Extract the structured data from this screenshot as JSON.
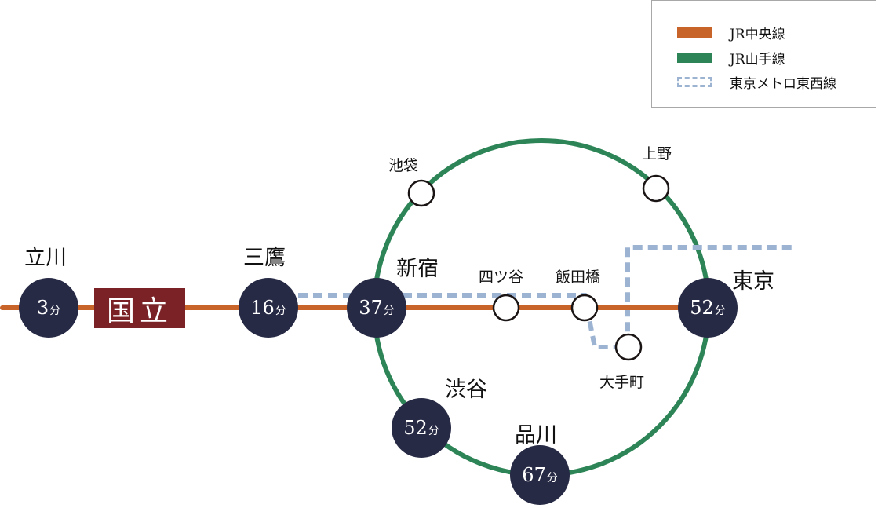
{
  "legend": {
    "items": [
      {
        "label": "JR中央線",
        "color": "#c8642a",
        "style": "solid"
      },
      {
        "label": "JR山手線",
        "color": "#2d8557",
        "style": "solid"
      },
      {
        "label": "東京メトロ東西線",
        "color": "#9db3d2",
        "style": "dashed"
      }
    ]
  },
  "colors": {
    "chuo": "#c8642a",
    "yamanote": "#2d8557",
    "tozai": "#9db3d2",
    "major_station": "#272a45",
    "origin": "#7a2226"
  },
  "origin": {
    "label": "国立"
  },
  "unit": "分",
  "major_stations": [
    {
      "name": "立川",
      "minutes": "3"
    },
    {
      "name": "三鷹",
      "minutes": "16"
    },
    {
      "name": "新宿",
      "minutes": "37"
    },
    {
      "name": "東京",
      "minutes": "52"
    },
    {
      "name": "渋谷",
      "minutes": "52"
    },
    {
      "name": "品川",
      "minutes": "67"
    }
  ],
  "minor_stations": [
    {
      "name": "池袋"
    },
    {
      "name": "上野"
    },
    {
      "name": "四ツ谷"
    },
    {
      "name": "飯田橋"
    },
    {
      "name": "大手町"
    }
  ]
}
